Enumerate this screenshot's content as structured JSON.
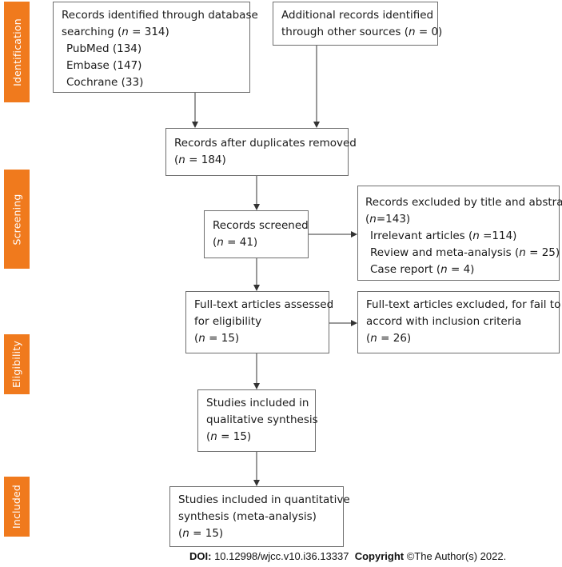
{
  "stages": [
    {
      "id": "identification",
      "label": "Identification"
    },
    {
      "id": "screening",
      "label": "Screening"
    },
    {
      "id": "eligibility",
      "label": "Eligibility"
    },
    {
      "id": "included",
      "label": "Included"
    }
  ],
  "boxes": {
    "database": {
      "line1": "Records identified through database",
      "line2_pre": "searching (",
      "line2_n": "n",
      "line2_post": " = 314)",
      "sources": [
        "PubMed (134)",
        "Embase (147)",
        "Cochrane (33)"
      ]
    },
    "other": {
      "line1": "Additional records identified",
      "line2_pre": "through other sources (",
      "line2_n": "n",
      "line2_post": " = 0)"
    },
    "duplicates": {
      "line1": "Records after duplicates removed",
      "line2_pre": "(",
      "line2_n": "n",
      "line2_post": " = 184)"
    },
    "screened": {
      "line1": "Records screened",
      "line2_pre": "(",
      "line2_n": "n",
      "line2_post": " = 41)"
    },
    "excluded_title": {
      "line1": "Records excluded by title and abstract",
      "line2_pre": "(",
      "line2_n": "n",
      "line2_post": "=143)",
      "items": [
        {
          "pre": "Irrelevant articles (",
          "n": "n",
          "post": " =114)"
        },
        {
          "pre": "Review and meta-analysis (",
          "n": "n",
          "post": " = 25)"
        },
        {
          "pre": "Case report (",
          "n": "n",
          "post": " = 4)"
        }
      ]
    },
    "fulltext": {
      "line1": "Full-text articles assessed",
      "line2": "for eligibility",
      "line3_pre": "(",
      "line3_n": "n",
      "line3_post": " = 15)"
    },
    "fulltext_excluded": {
      "line1": "Full-text articles excluded, for fail to",
      "line2": "accord with inclusion criteria",
      "line3_pre": "(",
      "line3_n": "n",
      "line3_post": " = 26)"
    },
    "qualitative": {
      "line1": "Studies included in",
      "line2": "qualitative synthesis",
      "line3_pre": "(",
      "line3_n": "n",
      "line3_post": " = 15)"
    },
    "quantitative": {
      "line1": "Studies included in quantitative",
      "line2": "synthesis (meta-analysis)",
      "line3_pre": "(",
      "line3_n": "n",
      "line3_post": " = 15)"
    }
  },
  "footer": {
    "doi_label": "DOI:",
    "doi_value": " 10.12998/wjcc.v10.i36.13337",
    "copyright_label": "Copyright",
    "copyright_value": " ©The Author(s) 2022."
  },
  "colors": {
    "stage_fill": "#f07a1d",
    "box_border": "#6e6e6e",
    "arrow": "#333333"
  }
}
